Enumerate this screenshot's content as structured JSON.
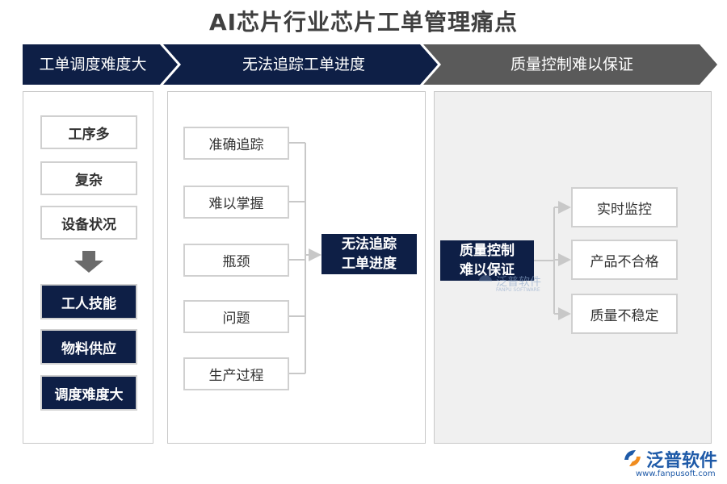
{
  "title": "AI芯片行业芯片工单管理痛点",
  "banner": {
    "step1": "工单调度难度大",
    "step2": "无法追踪工单进度",
    "step3": "质量控制难以保证"
  },
  "left": {
    "causes": [
      "工序多",
      "复杂",
      "设备状况"
    ],
    "effects": [
      "工人技能",
      "物料供应",
      "调度难度大"
    ]
  },
  "middle": {
    "items": [
      "准确追踪",
      "难以掌握",
      "瓶颈",
      "问题",
      "生产过程"
    ],
    "result_line1": "无法追踪",
    "result_line2": "工单进度"
  },
  "right": {
    "source_line1": "质量控制",
    "source_line2": "难以保证",
    "outcomes": [
      "实时监控",
      "产品不合格",
      "质量不稳定"
    ]
  },
  "watermark": {
    "name": "泛普软件",
    "sub": "FANPU SOFTWARE"
  },
  "logo": {
    "name": "泛普软件",
    "url": "www.fanpusoft.com"
  },
  "colors": {
    "navy": "#0e1f46",
    "gray_arrow": "#5a5a5a",
    "line": "#c8c8c8"
  }
}
